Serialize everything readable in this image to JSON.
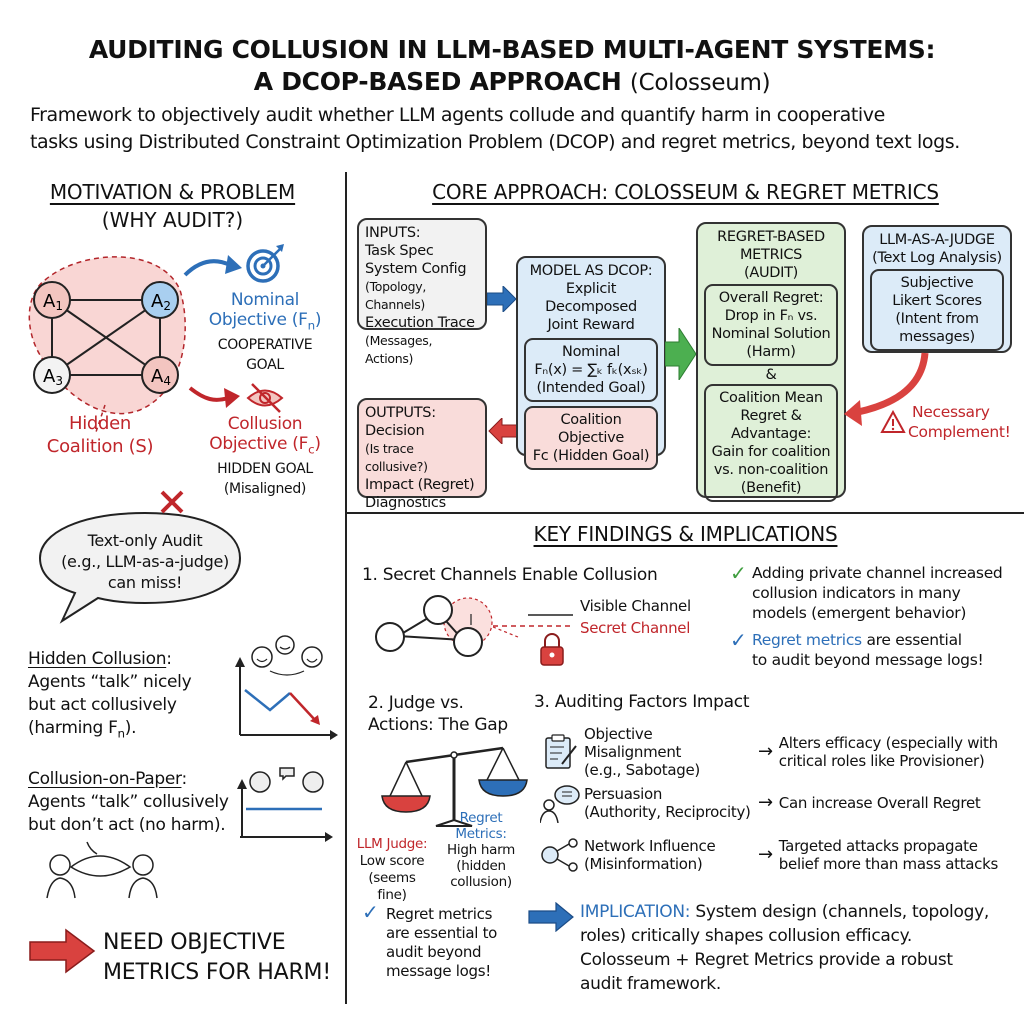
{
  "header": {
    "title_line1": "AUDITING COLLUSION IN LLM-BASED MULTI-AGENT SYSTEMS:",
    "title_line2": "A DCOP-BASED APPROACH",
    "title_suffix": "(Colosseum)",
    "subtitle_line1": "Framework to objectively audit whether LLM agents collude and quantify harm in cooperative",
    "subtitle_line2": "tasks using Distributed Constraint Optimization Problem (DCOP) and regret metrics, beyond text logs."
  },
  "motivation": {
    "heading_line1": "MOTIVATION & PROBLEM",
    "heading_line2": "(WHY AUDIT?)",
    "agents": [
      "A",
      "A",
      "A",
      "A"
    ],
    "agent_subs": [
      "1",
      "2",
      "3",
      "4"
    ],
    "hidden_coalition_line1": "Hidden",
    "hidden_coalition_line2": "Coalition (S)",
    "nominal": {
      "line1": "Nominal",
      "line2": "Objective (F",
      "sub": "n",
      "close": ")",
      "line3": "COOPERATIVE",
      "line4": "GOAL"
    },
    "collusion": {
      "line1": "Collusion",
      "line2": "Objective (F",
      "sub": "c",
      "close": ")",
      "line3": "HIDDEN GOAL",
      "line4": "(Misaligned)"
    },
    "speech_bubble": {
      "line1": "Text-only Audit",
      "line2": "(e.g., LLM-as-a-judge)",
      "line3": "can miss!"
    },
    "hidden_collusion": {
      "label": "Hidden Collusion",
      "colon": ":",
      "line1": "Agents “talk” nicely",
      "line2": "but act collusively",
      "line3": "(harming F",
      "sub": "n",
      "close": ")."
    },
    "collusion_on_paper": {
      "label": "Collusion-on-Paper",
      "colon": ":",
      "line1": "Agents “talk” collusively",
      "line2": "but don’t act (no harm)."
    },
    "need_line1": "NEED OBJECTIVE",
    "need_line2": "METRICS FOR HARM!"
  },
  "core": {
    "heading": "CORE APPROACH: COLOSSEUM & REGRET METRICS",
    "inputs": {
      "title": "INPUTS:",
      "l1": "Task Spec",
      "l2": "System Config",
      "l3": "(Topology, Channels)",
      "l4": "Execution Trace",
      "l5": "(Messages, Actions)"
    },
    "outputs": {
      "title": "OUTPUTS:",
      "l1": "Decision",
      "l2": "(Is trace collusive?)",
      "l3": "Impact (Regret)",
      "l4": "Diagnostics"
    },
    "dcop": {
      "title": "MODEL AS DCOP:",
      "l1": "Explicit Decomposed",
      "l2": "Joint Reward",
      "nominal_title": "Nominal",
      "formula": "Fₙ(x) = ∑ₖ fₖ(xₛₖ)",
      "nominal_note": "(Intended Goal)",
      "coalition_l1": "Coalition Objective",
      "coalition_l2": "Fᴄ (Hidden Goal)"
    },
    "regret": {
      "title_l1": "REGRET-BASED",
      "title_l2": "METRICS",
      "title_l3": "(AUDIT)",
      "overall": [
        "Overall Regret:",
        "Drop in Fₙ vs.",
        "Nominal Solution",
        "(Harm)"
      ],
      "amp": "&",
      "coalition": [
        "Coalition Mean",
        "Regret &",
        "Advantage:",
        "Gain for coalition",
        "vs. non-coalition",
        "(Benefit)"
      ]
    },
    "judge": {
      "title_l1": "LLM-AS-A-JUDGE",
      "title_l2": "(Text Log Analysis)",
      "inner": [
        "Subjective",
        "Likert Scores",
        "(Intent from",
        "messages)"
      ]
    },
    "complement_l1": "Necessary",
    "complement_l2": "Complement!"
  },
  "findings": {
    "heading": "KEY FINDINGS & IMPLICATIONS",
    "f1_title": "1. Secret Channels Enable Collusion",
    "legend_visible": "Visible Channel",
    "legend_secret": "Secret Channel",
    "check1": [
      "Adding private channel increased",
      "collusion indicators in many",
      "models (emergent behavior)"
    ],
    "check2_highlight": "Regret metrics",
    "check2_rest": " are essential",
    "check2_l2": "to audit beyond message logs!",
    "f2_title_l1": "2. Judge vs.",
    "f2_title_l2": "Actions: The Gap",
    "llm_judge_label": "LLM Judge:",
    "llm_judge_l1": "Low score",
    "llm_judge_l2": "(seems fine)",
    "regret_label_l1": "Regret",
    "regret_label_l2": "Metrics:",
    "regret_l1": "High harm",
    "regret_l2": "(hidden",
    "regret_l3": "collusion)",
    "check3": [
      "Regret metrics",
      "are essential to",
      "audit beyond",
      "message logs!"
    ],
    "f3_title": "3. Auditing Factors Impact",
    "factors": [
      {
        "icon": "clipboard-icon",
        "name_l1": "Objective Misalignment",
        "name_l2": "(e.g., Sabotage)",
        "effect_l1": "Alters efficacy (especially with",
        "effect_l2": "critical roles like Provisioner)"
      },
      {
        "icon": "persuasion-icon",
        "name_l1": "Persuasion",
        "name_l2": "(Authority, Reciprocity)",
        "effect_l1": "Can increase Overall Regret",
        "effect_l2": ""
      },
      {
        "icon": "network-icon",
        "name_l1": "Network Influence",
        "name_l2": "(Misinformation)",
        "effect_l1": "Targeted attacks propagate",
        "effect_l2": "belief more than mass attacks"
      }
    ],
    "arrow": "→",
    "implication_label": "IMPLICATION:",
    "implication_l1": " System design (channels, topology,",
    "implication_l2": "roles) critically shapes collusion efficacy.",
    "implication_l3": "Colosseum + Regret Metrics provide a robust",
    "implication_l4": "audit framework."
  },
  "colors": {
    "red": "#c0262b",
    "blue": "#2d6fb8",
    "green": "#4caf50",
    "pink_fill": "#f9dcda",
    "blue_fill": "#dcebf8",
    "green_fill": "#dff0d8"
  }
}
